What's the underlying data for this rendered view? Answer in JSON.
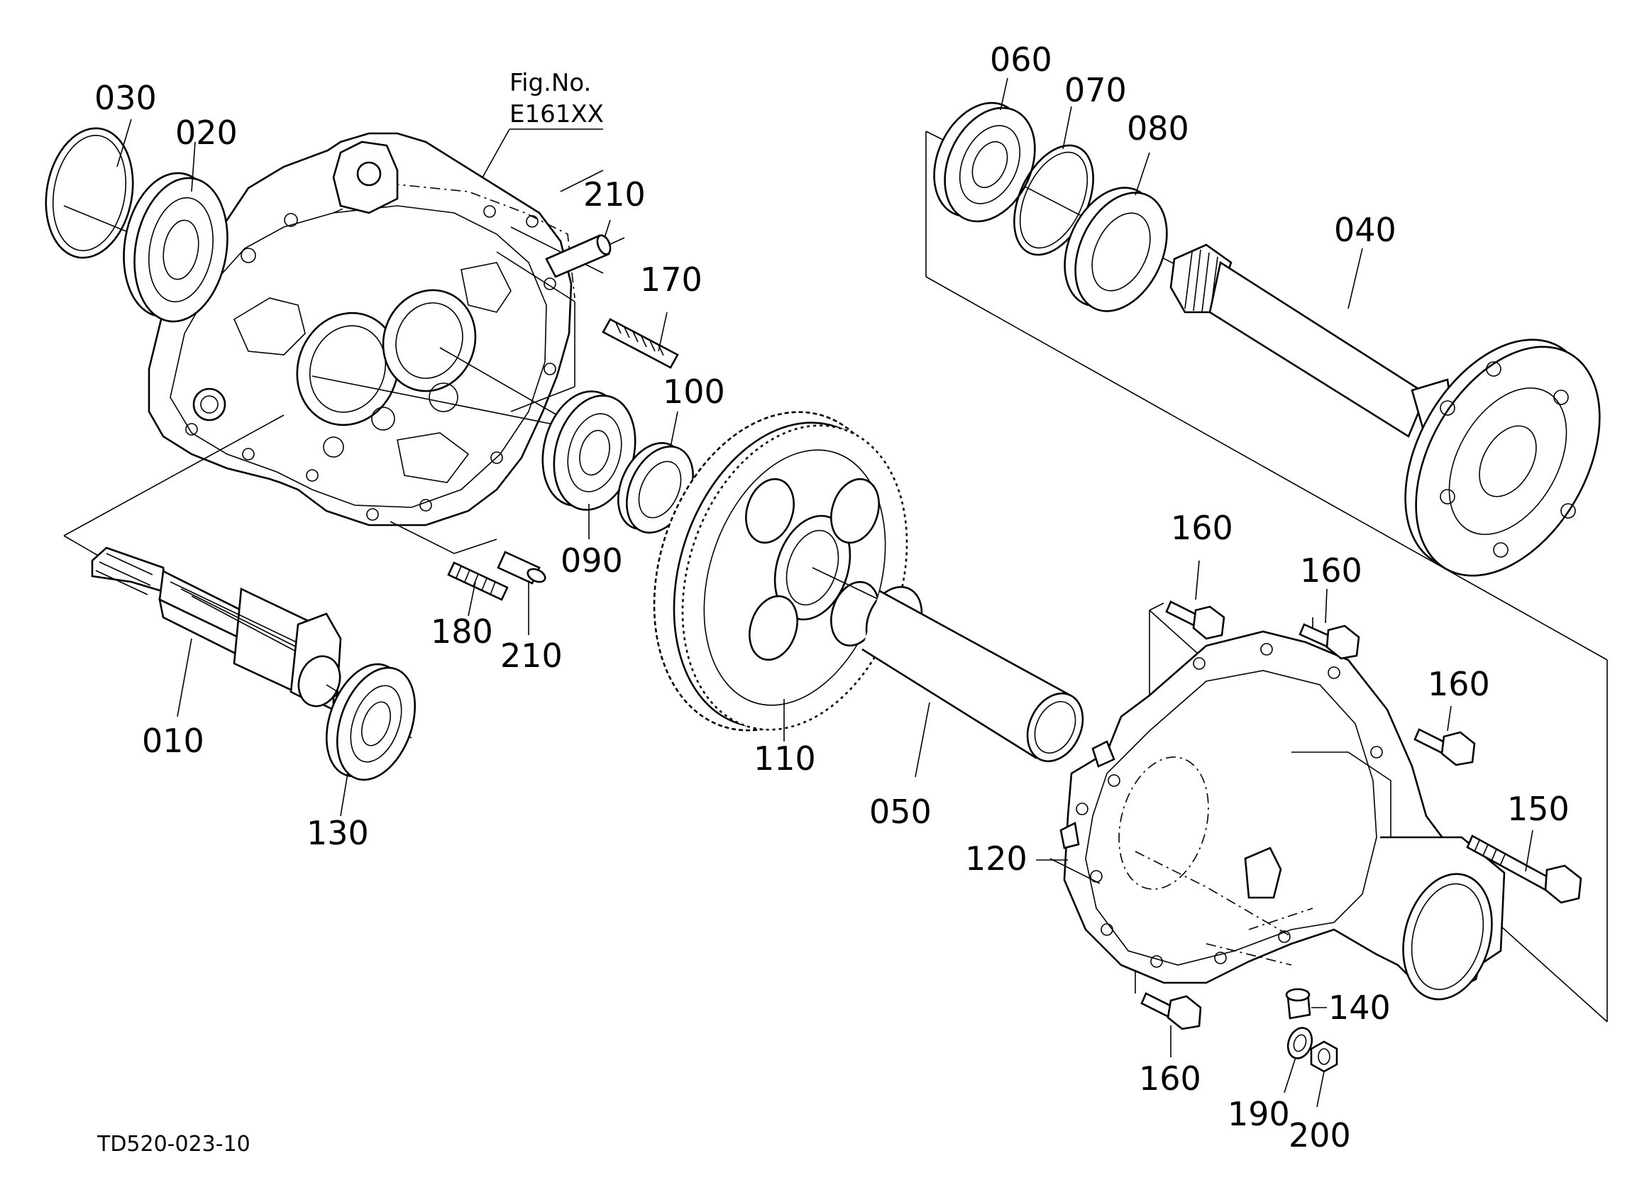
{
  "figure": {
    "fig_no_label": "Fig.No.",
    "fig_no_value": "E161XX",
    "drawing_code": "TD520-023-10"
  },
  "callouts": [
    {
      "id": "c030",
      "text": "030"
    },
    {
      "id": "c020",
      "text": "020"
    },
    {
      "id": "c210a",
      "text": "210"
    },
    {
      "id": "c170",
      "text": "170"
    },
    {
      "id": "c100",
      "text": "100"
    },
    {
      "id": "c090",
      "text": "090"
    },
    {
      "id": "c180",
      "text": "180"
    },
    {
      "id": "c210b",
      "text": "210"
    },
    {
      "id": "c010",
      "text": "010"
    },
    {
      "id": "c130",
      "text": "130"
    },
    {
      "id": "c110",
      "text": "110"
    },
    {
      "id": "c050",
      "text": "050"
    },
    {
      "id": "c060",
      "text": "060"
    },
    {
      "id": "c070",
      "text": "070"
    },
    {
      "id": "c080",
      "text": "080"
    },
    {
      "id": "c040",
      "text": "040"
    },
    {
      "id": "c160a",
      "text": "160"
    },
    {
      "id": "c160b",
      "text": "160"
    },
    {
      "id": "c160c",
      "text": "160"
    },
    {
      "id": "c150",
      "text": "150"
    },
    {
      "id": "c120",
      "text": "120"
    },
    {
      "id": "c140",
      "text": "140"
    },
    {
      "id": "c160d",
      "text": "160"
    },
    {
      "id": "c190",
      "text": "190"
    },
    {
      "id": "c200",
      "text": "200"
    }
  ]
}
